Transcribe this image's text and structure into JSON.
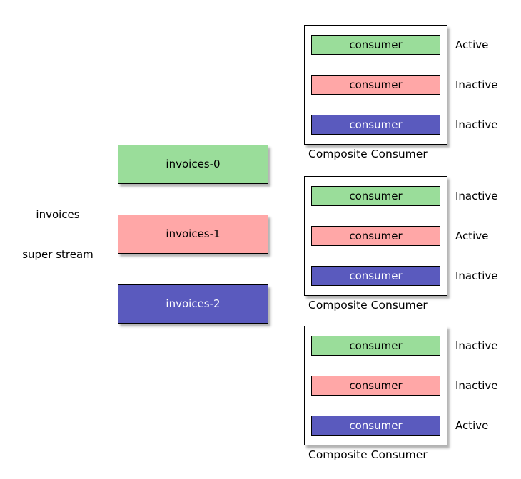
{
  "colors": {
    "green": "#9ADD9A",
    "pink": "#FFA7A7",
    "blue": "#5A5ABE",
    "border": "#000000"
  },
  "super_stream": {
    "name": "invoices",
    "type_label": "super stream",
    "partitions": [
      {
        "label": "invoices-0",
        "color": "green"
      },
      {
        "label": "invoices-1",
        "color": "pink"
      },
      {
        "label": "invoices-2",
        "color": "blue"
      }
    ]
  },
  "composite_consumers": [
    {
      "label": "Composite Consumer",
      "consumers": [
        {
          "label": "consumer",
          "color": "green",
          "status": "Active"
        },
        {
          "label": "consumer",
          "color": "pink",
          "status": "Inactive"
        },
        {
          "label": "consumer",
          "color": "blue",
          "status": "Inactive"
        }
      ]
    },
    {
      "label": "Composite Consumer",
      "consumers": [
        {
          "label": "consumer",
          "color": "green",
          "status": "Inactive"
        },
        {
          "label": "consumer",
          "color": "pink",
          "status": "Active"
        },
        {
          "label": "consumer",
          "color": "blue",
          "status": "Inactive"
        }
      ]
    },
    {
      "label": "Composite Consumer",
      "consumers": [
        {
          "label": "consumer",
          "color": "green",
          "status": "Inactive"
        },
        {
          "label": "consumer",
          "color": "pink",
          "status": "Inactive"
        },
        {
          "label": "consumer",
          "color": "blue",
          "status": "Active"
        }
      ]
    }
  ]
}
